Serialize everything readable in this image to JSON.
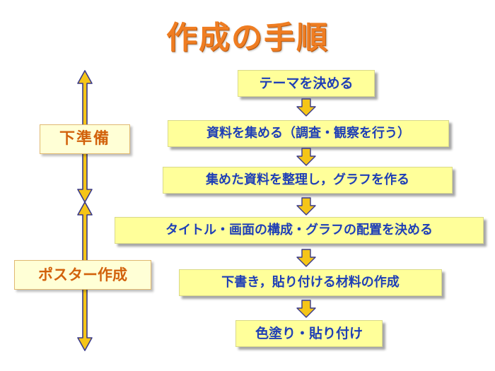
{
  "title": "作成の手順",
  "colors": {
    "title": "#ef7d22",
    "step_fill": "#ffff9a",
    "step_text": "#1f3fb6",
    "arrow_fill": "#f5c518",
    "arrow_stroke": "#3a3a8a",
    "phase_text": "#d2620c",
    "phase_fill": "#ffffd6"
  },
  "phases": [
    {
      "label": "下準備"
    },
    {
      "label": "ポスター作成"
    }
  ],
  "steps": [
    {
      "label": "テーマを決める"
    },
    {
      "label": "資料を集める（調査・観察を行う）"
    },
    {
      "label": "集めた資料を整理し，グラフを作る"
    },
    {
      "label": "タイトル・画面の構成・グラフの配置を決める"
    },
    {
      "label": "下書き，貼り付ける材料の作成"
    },
    {
      "label": "色塗り・貼り付け"
    }
  ]
}
